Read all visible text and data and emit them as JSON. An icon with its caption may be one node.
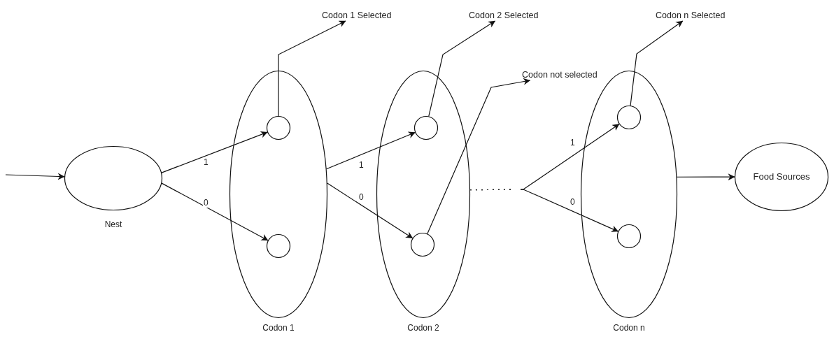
{
  "diagram": {
    "nodes": [
      {
        "text": [],
        "shape": "ellipse",
        "beside": [
          "Nest"
        ]
      },
      {
        "text": [],
        "shape": "ellipse",
        "beside": [
          "Codon 1"
        ]
      },
      {
        "text": [],
        "shape": "circle",
        "in": 1
      },
      {
        "text": [],
        "shape": "circle",
        "in": 1
      },
      {
        "text": [],
        "shape": "ellipse",
        "beside": [
          "Codon 2"
        ]
      },
      {
        "text": [],
        "shape": "circle",
        "in": 4
      },
      {
        "text": [],
        "shape": "circle",
        "in": 4
      },
      {
        "text": [],
        "shape": "ellipse",
        "beside": [
          "Codon n"
        ]
      },
      {
        "text": [],
        "shape": "circle",
        "in": 7
      },
      {
        "text": [],
        "shape": "circle",
        "in": 7
      },
      {
        "text": [
          "Food  Sources"
        ]
      },
      {
        "text": [
          "Codon 1 Selected"
        ]
      },
      {
        "text": [
          "Codon 2 Selected"
        ]
      },
      {
        "text": [
          "Codon not selected"
        ]
      },
      {
        "text": [
          "Codon n Selected"
        ]
      }
    ],
    "edges": [
      {
        "from": null,
        "to": 0,
        "arrow": "to"
      },
      {
        "from": 0,
        "to": 2,
        "arrow": "to",
        "label": "1"
      },
      {
        "from": 0,
        "to": 3,
        "arrow": "to",
        "label": "0"
      },
      {
        "from": 1,
        "to": 5,
        "arrow": "to",
        "label": "1"
      },
      {
        "from": 1,
        "to": 6,
        "arrow": "to",
        "label": "0"
      },
      {
        "from": 4,
        "to": 8,
        "arrow": "to",
        "label": "1",
        "style": "dashed"
      },
      {
        "from": 4,
        "to": 9,
        "arrow": "to",
        "label": "0",
        "style": "dashed"
      },
      {
        "from": 7,
        "to": 10,
        "arrow": "to"
      },
      {
        "from": 2,
        "to": 11,
        "arrow": "to"
      },
      {
        "from": 5,
        "to": 12,
        "arrow": "to"
      },
      {
        "from": 6,
        "to": 13,
        "arrow": "to"
      },
      {
        "from": 8,
        "to": 14,
        "arrow": "to"
      }
    ]
  }
}
